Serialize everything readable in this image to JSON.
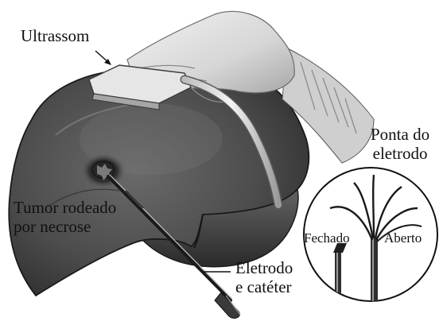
{
  "labels": {
    "ultrassom": "Ultrassom",
    "tumor_line1": "Tumor rodeado",
    "tumor_line2": "por necrose",
    "eletrodo_line1": "Eletrodo",
    "eletrodo_line2": "e catéter",
    "ponta_line1": "Ponta do",
    "ponta_line2": "eletrodo",
    "fechado": "Fechado",
    "aberto": "Aberto"
  },
  "icons": {
    "organ": "liver-illustration",
    "hand": "gloved-hand-illustration",
    "probe": "ultrasound-probe-icon",
    "tumor": "tumor-illustration",
    "electrode": "electrode-catheter-illustration",
    "inset": "electrode-tip-inset"
  },
  "colors": {
    "background": "#ffffff",
    "ink": "#111111",
    "liver_dark": "#3a3a3a",
    "liver_mid": "#6e6e6e",
    "glove": "#d9d9d9"
  }
}
